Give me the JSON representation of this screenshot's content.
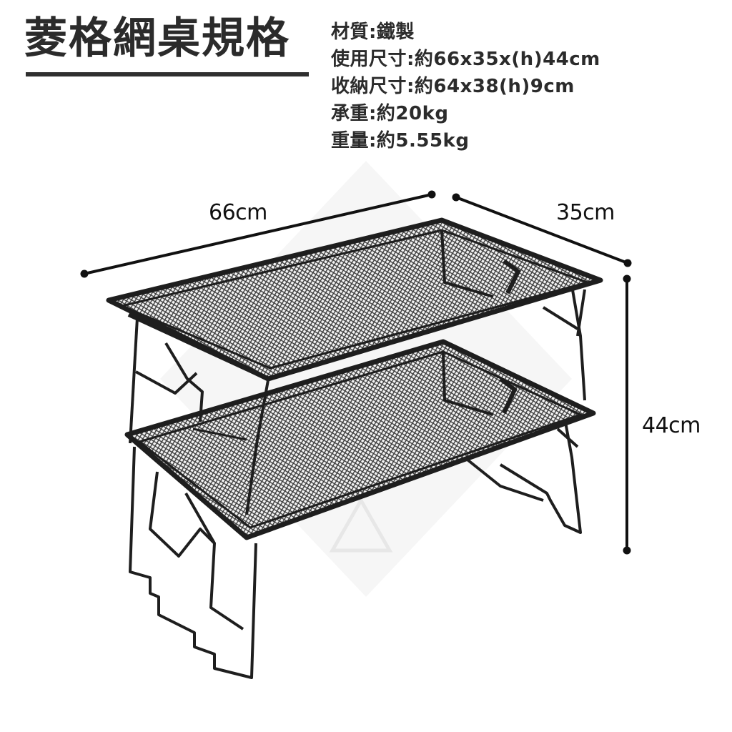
{
  "title": "菱格網桌規格",
  "specs": [
    {
      "label": "材質",
      "value": "鐵製"
    },
    {
      "label": "使用尺寸",
      "value": "約66x35x(h)44cm"
    },
    {
      "label": "收納尺寸",
      "value": "約64x38(h)9cm"
    },
    {
      "label": "承重",
      "value": "約20kg"
    },
    {
      "label": "重量",
      "value": "約5.55kg"
    }
  ],
  "spec_lines": [
    "材質:鐵製",
    "使用尺寸:約66x35x(h)44cm",
    "收納尺寸:約64x38(h)9cm",
    "承重:約20kg",
    "重量:約5.55kg"
  ],
  "dimensions": {
    "length": "66cm",
    "width": "35cm",
    "height": "44cm"
  },
  "colors": {
    "text": "#2b2b2b",
    "dimension_line": "#111111",
    "frame": "#1e1e1e",
    "mesh": "#3a3a3a",
    "background": "#ffffff"
  }
}
